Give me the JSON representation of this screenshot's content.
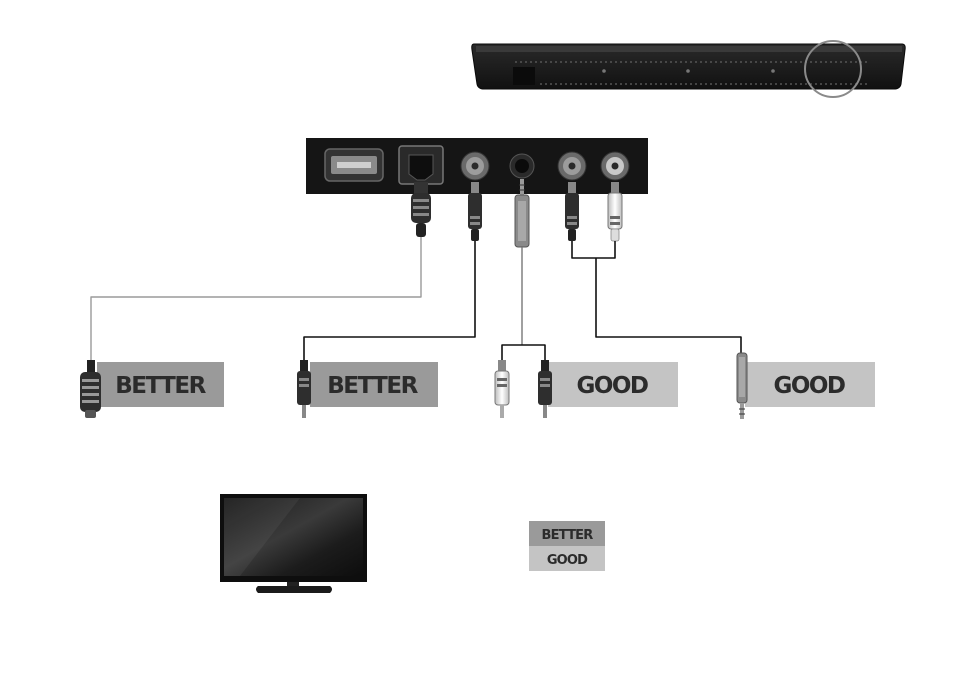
{
  "connection_labels": [
    {
      "id": "optical",
      "rating": "BETTER",
      "color": "#9a9a9a"
    },
    {
      "id": "coaxial",
      "rating": "BETTER",
      "color": "#9a9a9a"
    },
    {
      "id": "rca",
      "rating": "GOOD",
      "color": "#c4c4c4"
    },
    {
      "id": "aux",
      "rating": "GOOD",
      "color": "#c4c4c4"
    }
  ],
  "legend": {
    "better": {
      "label": "BETTER",
      "color": "#9a9a9a"
    },
    "good": {
      "label": "GOOD",
      "color": "#c4c4c4"
    }
  },
  "icons": {
    "soundbar": "soundbar-icon",
    "panel": "connector-panel",
    "tv": "television-icon"
  }
}
